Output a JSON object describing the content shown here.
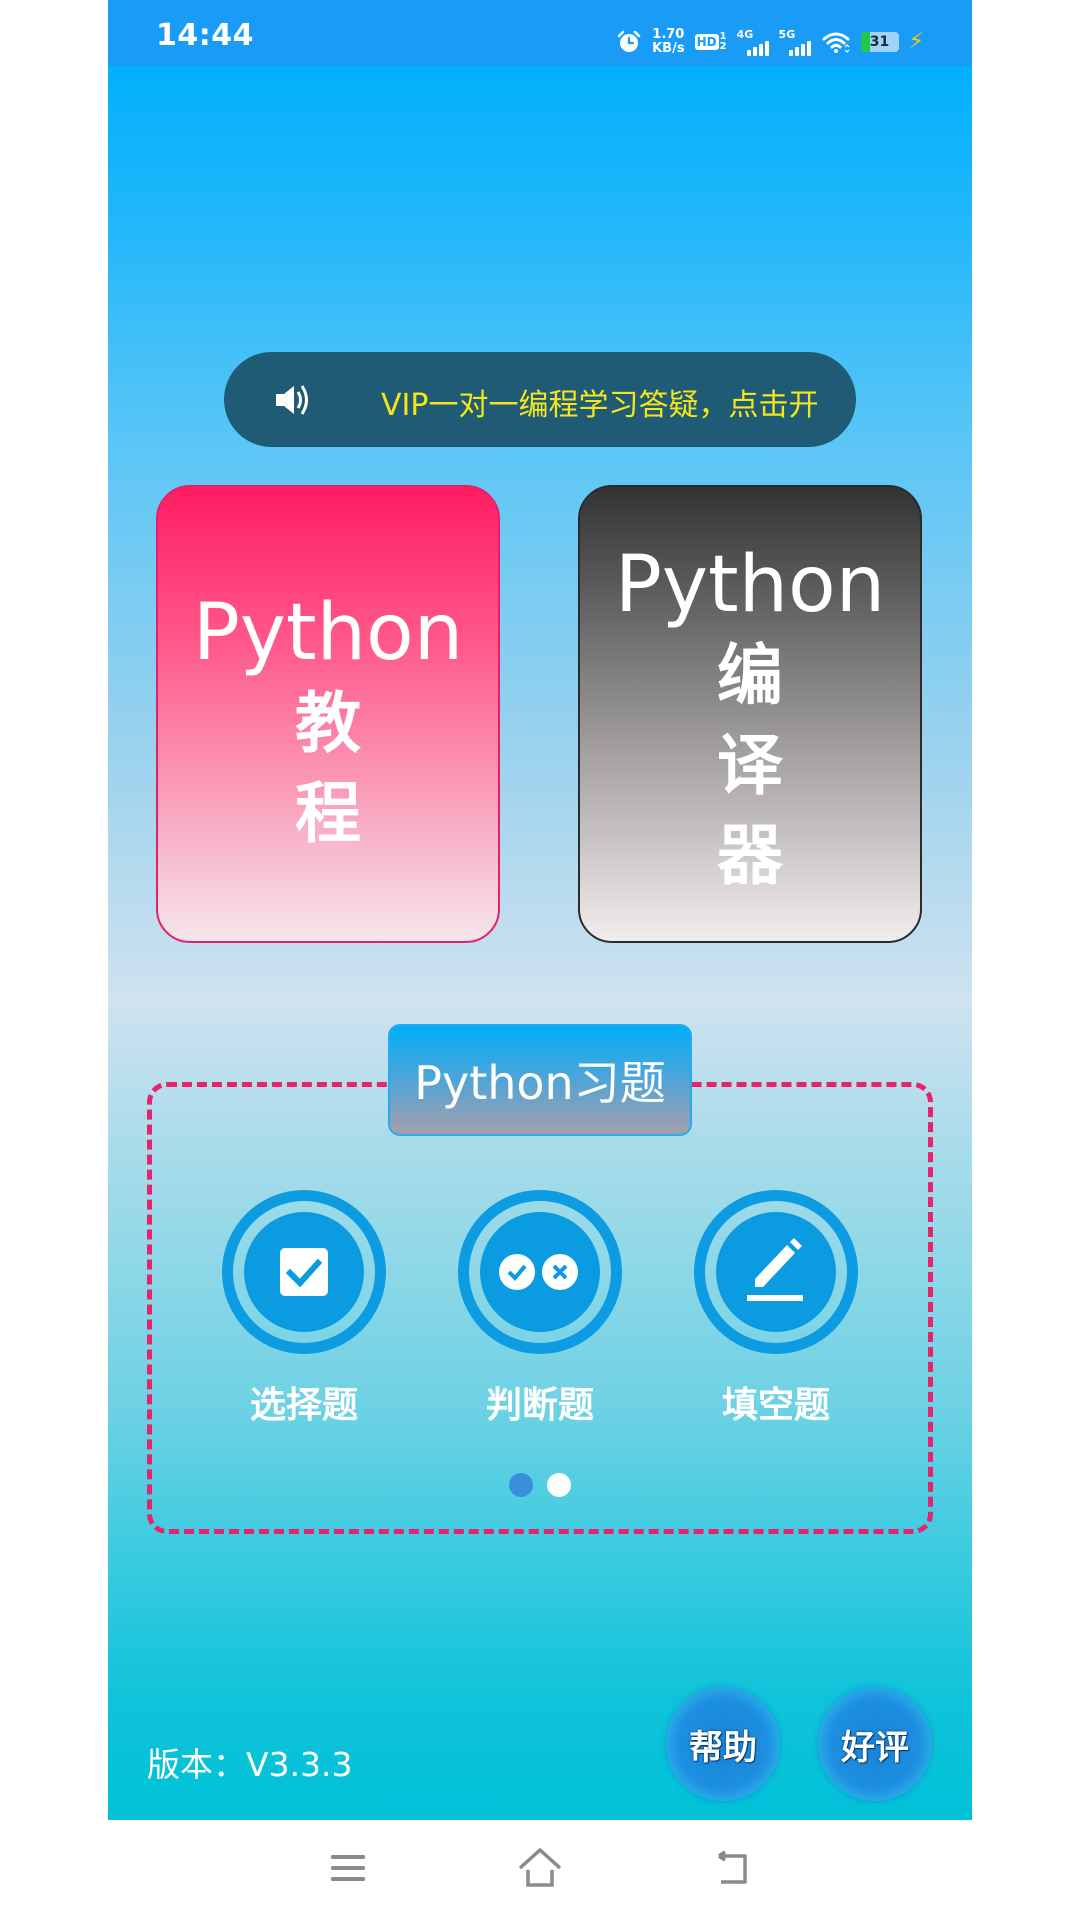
{
  "status_bar": {
    "time": "14:44",
    "net_speed_value": "1.70",
    "net_speed_unit": "KB/s",
    "hd_label": "HD",
    "hd_sim_top": "1",
    "hd_sim_bottom": "2",
    "sig1_label": "4G",
    "sig2_label": "5G",
    "battery_level": "31",
    "icons": [
      "alarm-icon",
      "hd-volte-icon",
      "signal-4g-icon",
      "signal-5g-icon",
      "wifi-icon",
      "battery-icon",
      "charging-icon"
    ]
  },
  "notice": {
    "icon": "speaker-icon",
    "text": "VIP一对一编程学习答疑，点击开"
  },
  "cards": [
    {
      "title": "Python",
      "subtitle_chars": [
        "教",
        "程"
      ],
      "gradient_top": "#ff1c63",
      "border": "#e3216a"
    },
    {
      "title": "Python",
      "subtitle_chars": [
        "编",
        "译",
        "器"
      ],
      "gradient_top": "#333333",
      "border": "#2b2b2b"
    }
  ],
  "exercises": {
    "title": "Python习题",
    "items": [
      {
        "label": "选择题",
        "icon": "checkbox-icon"
      },
      {
        "label": "判断题",
        "icon": "true-false-icon"
      },
      {
        "label": "填空题",
        "icon": "pencil-icon"
      }
    ],
    "pager": {
      "count": 2,
      "active_index": 0,
      "active_color": "#3a8fdc",
      "inactive_color": "#ffffff"
    },
    "border_color": "#e8236e"
  },
  "footer": {
    "version": "版本：V3.3.3",
    "help_label": "帮助",
    "review_label": "好评"
  },
  "nav_bar": {
    "items": [
      "menu-icon",
      "home-icon",
      "back-icon"
    ]
  }
}
